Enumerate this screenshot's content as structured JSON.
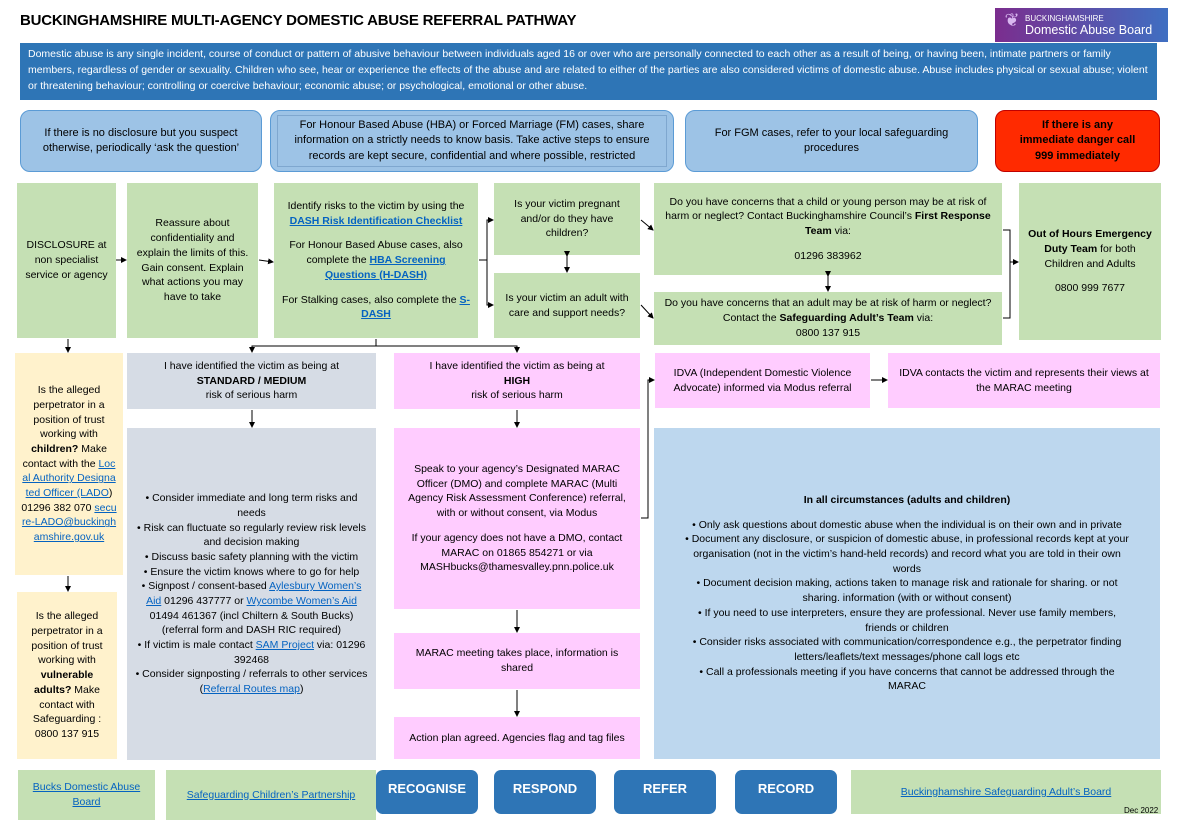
{
  "header": {
    "title": "BUCKINGHAMSHIRE MULTI-AGENCY DOMESTIC ABUSE REFERRAL PATHWAY",
    "logo_line1": "BUCKINGHAMSHIRE",
    "logo_line2": "Domestic Abuse Board"
  },
  "definition": "Domestic abuse is any single incident, course of conduct or pattern of abusive behaviour between individuals aged 16 or over who are personally connected to each other as a result of being, or having been, intimate partners or family members, regardless of gender or sexuality. Children who see, hear or experience the effects of the abuse and are related to either of the parties are also considered victims of domestic abuse.  Abuse includes physical or sexual abuse; violent or threatening behaviour; controlling or coercive behaviour; economic abuse; or psychological, emotional or other abuse.",
  "top_boxes": {
    "no_disclosure": "If there is no disclosure but you suspect otherwise, periodically ‘ask the question’",
    "hba": "For Honour Based Abuse (HBA) or Forced Marriage (FM) cases, share information on a strictly needs to know basis. Take active steps to ensure records are kept secure, confidential and where possible, restricted",
    "fgm": "For FGM cases, refer to your local safeguarding procedures",
    "danger": "If there is any immediate danger call 999 immediately"
  },
  "disclosure": "DISCLOSURE at non specialist service or agency",
  "reassure": "Reassure about confidentiality and explain the limits of this. Gain consent. Explain what actions you may have to take",
  "identify": {
    "p1": [
      {
        "t": "Identify risks to the victim by using the "
      },
      {
        "t": "DASH Risk Identification Checklist",
        "link": true,
        "b": true
      }
    ],
    "p2": [
      {
        "t": "For Honour Based Abuse cases, also complete the "
      },
      {
        "t": "HBA Screening Questions (H-DASH)",
        "link": true,
        "b": true
      }
    ],
    "p3": [
      {
        "t": "For Stalking cases, also complete the "
      },
      {
        "t": "S-DASH",
        "link": true,
        "b": true
      }
    ]
  },
  "pregnant": "Is your victim pregnant and/or do they have children?",
  "adult_needs": "Is your victim an adult with care and support needs?",
  "child_concerns": [
    {
      "t": "Do you have concerns that a child or young person may be at risk of harm or neglect?  Contact Buckinghamshire Council’s "
    },
    {
      "t": "First Response Team",
      "b": true
    },
    {
      "t": " via:"
    }
  ],
  "child_phone": "01296 383962",
  "adult_concerns": [
    {
      "t": "Do you have concerns that an adult may be at risk of harm or neglect?  Contact the "
    },
    {
      "t": "Safeguarding Adult’s Team",
      "b": true
    },
    {
      "t": " via:"
    }
  ],
  "adult_phone": "0800 137 915",
  "ooh": [
    {
      "t": "Out of Hours Emergency Duty Team",
      "b": true
    },
    {
      "t": " for both Children and Adults"
    }
  ],
  "ooh_phone": "0800 999 7677",
  "lado": [
    {
      "t": "Is the alleged perpetrator in a position of trust working with "
    },
    {
      "t": "children?",
      "b": true
    },
    {
      "t": " Make contact with the "
    },
    {
      "t": "Local Authority Designated Officer (LADO",
      "link": true
    },
    {
      "t": ") 01296 382 070 "
    },
    {
      "t": "secure-LADO@buckinghamshire.gov.uk",
      "link": true
    }
  ],
  "vulnerable": [
    {
      "t": "Is the alleged perpetrator in a position of trust working with "
    },
    {
      "t": "vulnerable adults?",
      "b": true
    },
    {
      "t": " Make contact with Safeguarding : 0800 137 915"
    }
  ],
  "standard": {
    "l1": "I have identified the victim as being at",
    "l2": "STANDARD / MEDIUM",
    "l3": "risk of serious harm"
  },
  "standard_actions": [
    [
      {
        "t": "Consider immediate and long term risks and needs"
      }
    ],
    [
      {
        "t": "Risk can fluctuate so regularly review risk levels and decision making"
      }
    ],
    [
      {
        "t": "Discuss basic safety planning with the victim"
      }
    ],
    [
      {
        "t": "Ensure the victim knows where to go for help"
      }
    ],
    [
      {
        "t": "Signpost / consent-based "
      },
      {
        "t": "Aylesbury Women’s Aid",
        "link": true
      },
      {
        "t": " 01296 437777 or "
      },
      {
        "t": "Wycombe Women’s Aid",
        "link": true
      },
      {
        "t": " 01494 461367 (incl Chiltern & South Bucks) (referral form and DASH RIC required)"
      }
    ],
    [
      {
        "t": "If victim is male contact "
      },
      {
        "t": "SAM Project",
        "link": true
      },
      {
        "t": " via: 01296 392468"
      }
    ],
    [
      {
        "t": "Consider signposting / referrals to other services ("
      },
      {
        "t": "Referral Routes map",
        "link": true
      },
      {
        "t": ")"
      }
    ]
  ],
  "high": {
    "l1": "I have identified the victim as being at",
    "l2": "HIGH",
    "l3": "risk of serious harm"
  },
  "dmo": {
    "p1": "Speak to your agency’s Designated MARAC Officer (DMO) and complete MARAC (Multi Agency Risk Assessment Conference) referral, with or without consent, via Modus",
    "p2": "If your agency does not have a DMO, contact MARAC on 01865 854271 or via MASHbucks@thamesvalley.pnn.police.uk"
  },
  "marac_meeting": "MARAC meeting takes place, information  is shared",
  "action_plan": "Action plan agreed. Agencies flag and tag files",
  "idva": "IDVA (Independent Domestic Violence Advocate) informed via Modus referral",
  "idva_contacts": "IDVA contacts the victim and represents their views at the MARAC meeting",
  "all_circ": {
    "heading": "In all circumstances (adults and children)",
    "items": [
      "Only ask questions about domestic abuse when the individual is on their own and in private",
      "Document any disclosure, or suspicion of domestic abuse, in professional records kept at your organisation (not in the victim’s hand-held records) and record what you are told in their own words",
      "Document decision making, actions taken to manage risk and rationale for sharing. or not sharing. information (with or without consent)",
      "If you need to use interpreters, ensure they are professional. Never use family members, friends or children",
      "Consider risks associated with communication/correspondence e.g., the perpetrator finding letters/leaflets/text messages/phone call logs etc",
      "Call a professionals meeting if you have concerns that cannot be addressed through the MARAC"
    ]
  },
  "footer": {
    "bucks_da_board": "Bucks Domestic Abuse Board",
    "children_partnership": "Safeguarding Children’s Partnership",
    "recognise": "RECOGNISE",
    "respond": "RESPOND",
    "refer": "REFER",
    "record": "RECORD",
    "adults_board": "Buckinghamshire Safeguarding Adult’s Board",
    "date": "Dec 2022"
  },
  "colors": {
    "banner": "#2e75b6",
    "green": "#c5e0b4",
    "yellow": "#fff2cc",
    "gray": "#d6dce5",
    "pink": "#ffccff",
    "light_blue": "#bdd7ee",
    "danger": "#ff2a00",
    "link": "#0563c1"
  }
}
